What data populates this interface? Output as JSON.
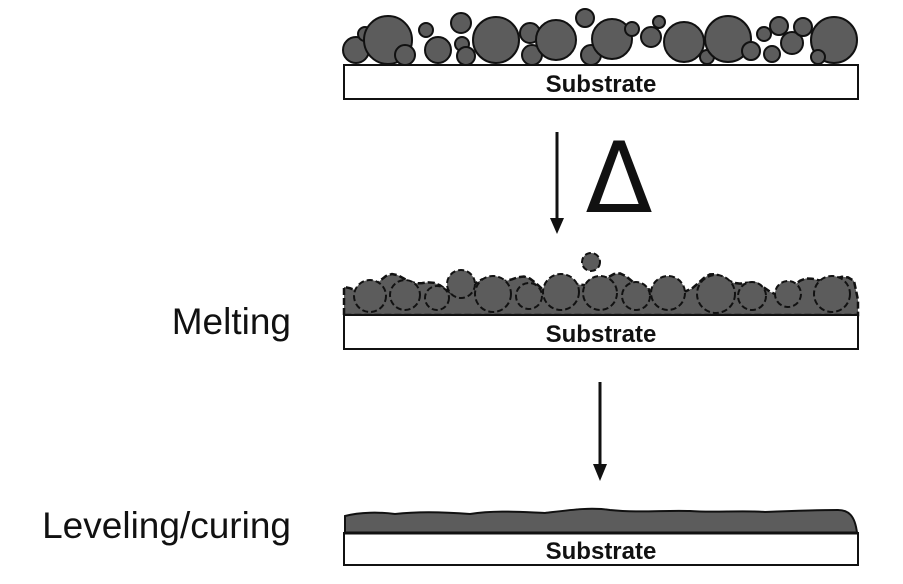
{
  "diagram": {
    "delta_symbol": "Δ",
    "stages": [
      {
        "label": "",
        "substrate_label": "Substrate"
      },
      {
        "label": "Melting",
        "substrate_label": "Substrate"
      },
      {
        "label": "Leveling/curing",
        "substrate_label": "Substrate"
      }
    ],
    "colors": {
      "coating": "#5c5c5c",
      "outline": "#111111",
      "substrate_fill": "#ffffff"
    }
  }
}
